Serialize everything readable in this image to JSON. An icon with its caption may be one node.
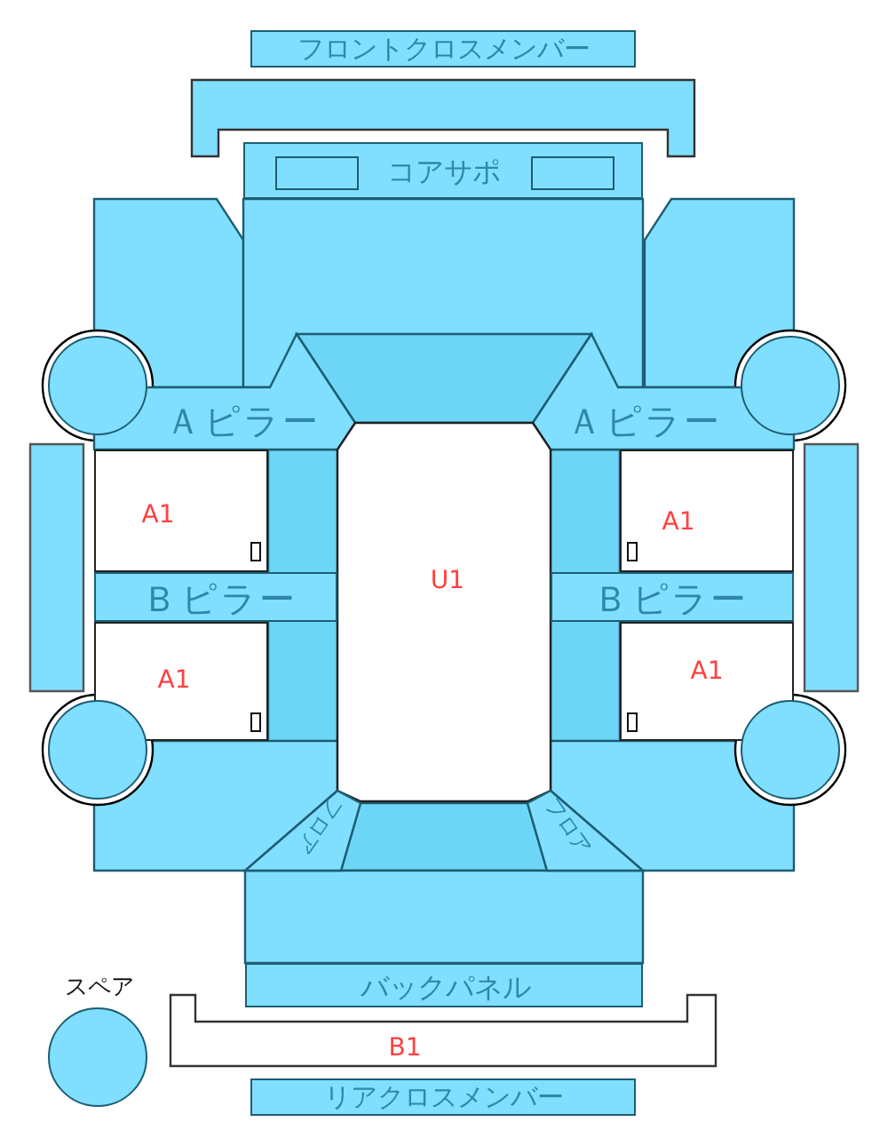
{
  "diagram": {
    "nodes": [
      {
        "text": [
          "フロントクロスメンバー"
        ]
      },
      {
        "text": [
          "コアサポ"
        ]
      },
      {
        "text": [
          "Ａピラー"
        ]
      },
      {
        "text": [
          "Ａピラー"
        ]
      },
      {
        "text": [],
        "shape": "circle"
      },
      {
        "text": [],
        "shape": "circle"
      },
      {
        "text": [
          "A1"
        ]
      },
      {
        "text": [
          "A1"
        ]
      },
      {
        "text": [
          "U1"
        ]
      },
      {
        "text": [
          "Ｂピラー"
        ]
      },
      {
        "text": [
          "Ｂピラー"
        ]
      },
      {
        "text": [
          "A1"
        ]
      },
      {
        "text": [
          "A1"
        ]
      },
      {
        "text": [],
        "shape": "circle"
      },
      {
        "text": [],
        "shape": "circle"
      },
      {
        "text": [
          "フロア"
        ]
      },
      {
        "text": [
          "フロア"
        ]
      },
      {
        "text": [
          "バックパネル"
        ]
      },
      {
        "text": [
          "B1"
        ]
      },
      {
        "text": [
          "スペア"
        ]
      },
      {
        "text": [
          "リアクロスメンバー"
        ]
      }
    ]
  }
}
